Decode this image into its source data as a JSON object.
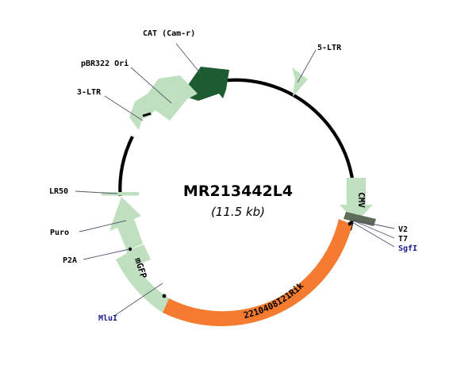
{
  "title": {
    "name": "MR213442L4",
    "size": "(11.5 kb)"
  },
  "colors": {
    "backbone": "#000000",
    "light_green": "#bfe0bf",
    "dark_green": "#1c5c30",
    "orange": "#f47b30",
    "grey_box": "#5d6b58",
    "enzyme_text": "#1a1a8c",
    "leader_line": "#55556e",
    "background": "#ffffff"
  },
  "features": [
    {
      "id": "cat",
      "label": "CAT (Cam-r)",
      "color": "#1c5c30",
      "shape": "arrow",
      "label_kind": "leader"
    },
    {
      "id": "pbr322ori",
      "label": "pBR322 Ori",
      "color": "#bfe0bf",
      "shape": "arrow",
      "label_kind": "leader"
    },
    {
      "id": "ltr3",
      "label": "3-LTR",
      "color": "#bfe0bf",
      "shape": "arrow",
      "label_kind": "leader"
    },
    {
      "id": "ltr5",
      "label": "5-LTR",
      "color": "#bfe0bf",
      "shape": "triangle",
      "label_kind": "leader"
    },
    {
      "id": "lr50",
      "label": "LR50",
      "color": "#bfe0bf",
      "shape": "tick",
      "label_kind": "leader"
    },
    {
      "id": "puro",
      "label": "Puro",
      "color": "#bfe0bf",
      "shape": "arrow",
      "label_kind": "leader"
    },
    {
      "id": "p2a",
      "label": "P2A",
      "color": "#bfe0bf",
      "shape": "arrow",
      "label_kind": "leader"
    },
    {
      "id": "mgfp",
      "label": "mGFP",
      "color": "#bfe0bf",
      "shape": "arc-arrow",
      "label_kind": "inside"
    },
    {
      "id": "cmv",
      "label": "CMV",
      "color": "#bfe0bf",
      "shape": "arrow",
      "label_kind": "inside"
    },
    {
      "id": "insert",
      "label": "2210408I21Rik",
      "color": "#f47b30",
      "shape": "arc",
      "label_kind": "inside"
    }
  ],
  "sites": [
    {
      "id": "v2",
      "label": "V2",
      "type": "primer",
      "color": "#000000"
    },
    {
      "id": "t7",
      "label": "T7",
      "type": "primer",
      "color": "#000000"
    },
    {
      "id": "sgfi",
      "label": "SgfI",
      "type": "enzyme",
      "color": "#1a1a8c"
    },
    {
      "id": "mlui",
      "label": "MluI",
      "type": "enzyme",
      "color": "#1a1a8c"
    }
  ]
}
